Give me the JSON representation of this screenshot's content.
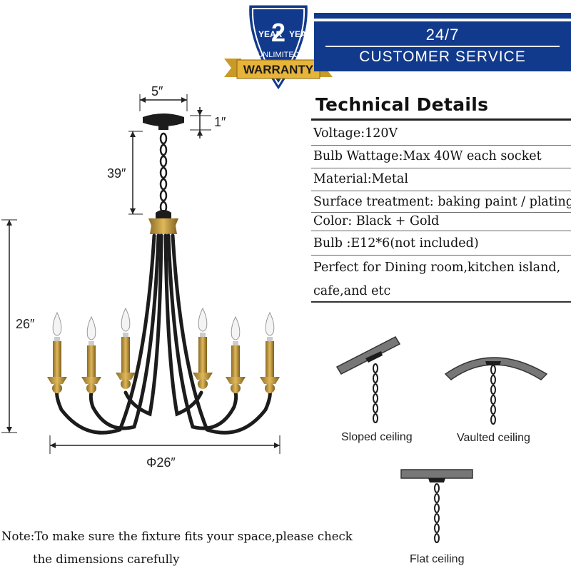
{
  "warranty_badge": {
    "year_left": "YEAR",
    "number": "2",
    "year_right": "YEAR",
    "unlimited": "UNLIMITED",
    "warranty": "WARRANTY"
  },
  "banner": {
    "line1": "24/7",
    "line2": "CUSTOMER SERVICE",
    "color": "#123a8c"
  },
  "technical": {
    "title": "Technical Details",
    "rows": [
      "Voltage:120V",
      "Bulb Wattage:Max 40W each socket",
      "Material:Metal",
      "Surface treatment: baking paint / plating",
      "Color: Black + Gold",
      "Bulb :E12*6(not included)",
      "Perfect for Dining room,kitchen island,",
      "cafe,and etc"
    ]
  },
  "dimensions": {
    "canopy_width": "5″",
    "canopy_height": "1″",
    "chain_length": "39″",
    "body_height": "26″",
    "diameter": "Φ26″"
  },
  "ceiling_types": {
    "sloped": "Sloped ceiling",
    "vaulted": "Vaulted ceiling",
    "flat": "Flat ceiling"
  },
  "note": {
    "line1": "Note:To make sure the fixture fits your space,please check",
    "line2": "the dimensions carefully"
  },
  "colors": {
    "gold": "#b8913a",
    "black": "#1c1c1c",
    "ceiling_gray": "#777777"
  }
}
